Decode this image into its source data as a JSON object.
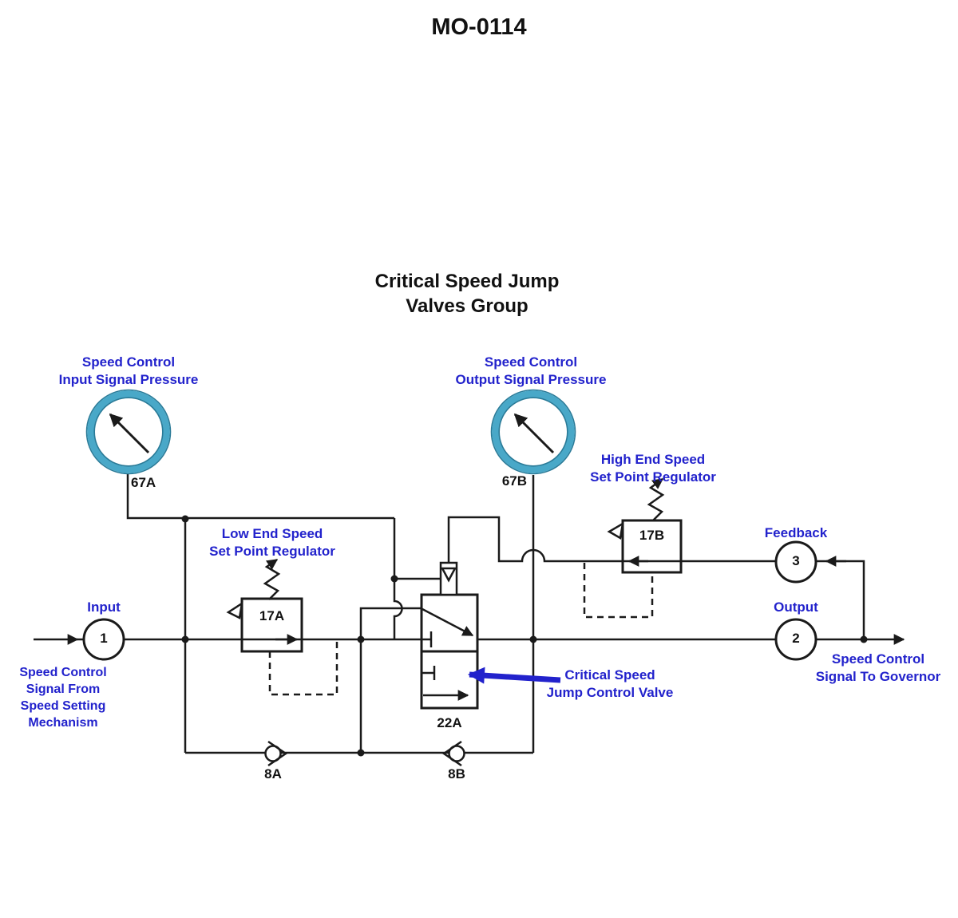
{
  "title": "MO-0114",
  "subtitle": {
    "line1": "Critical Speed Jump",
    "line2": "Valves Group"
  },
  "gauge_67a": {
    "tag": "67A",
    "label1": "Speed Control",
    "label2": "Input Signal Pressure"
  },
  "gauge_67b": {
    "tag": "67B",
    "label1": "Speed Control",
    "label2": "Output Signal Pressure"
  },
  "regulator_17a": {
    "tag": "17A",
    "label1": "Low End Speed",
    "label2": "Set Point Regulator"
  },
  "regulator_17b": {
    "tag": "17B",
    "label1": "High End Speed",
    "label2": "Set Point Regulator"
  },
  "valve_22a": {
    "tag": "22A"
  },
  "callout": {
    "line1": "Critical Speed",
    "line2": "Jump Control Valve"
  },
  "check_valve_8a": {
    "tag": "8A"
  },
  "check_valve_8b": {
    "tag": "8B"
  },
  "node_input": {
    "label": "Input",
    "number": "1",
    "caption1": "Speed Control",
    "caption2": "Signal From",
    "caption3": "Speed Setting",
    "caption4": "Mechanism"
  },
  "node_output": {
    "label": "Output",
    "number": "2",
    "caption1": "Speed Control",
    "caption2": "Signal To Governor"
  },
  "node_feedback": {
    "label": "Feedback",
    "number": "3"
  },
  "colors": {
    "label_blue": "#2222CC",
    "gauge_ring": "#49A8C8",
    "line_black": "#1A1A1A"
  }
}
